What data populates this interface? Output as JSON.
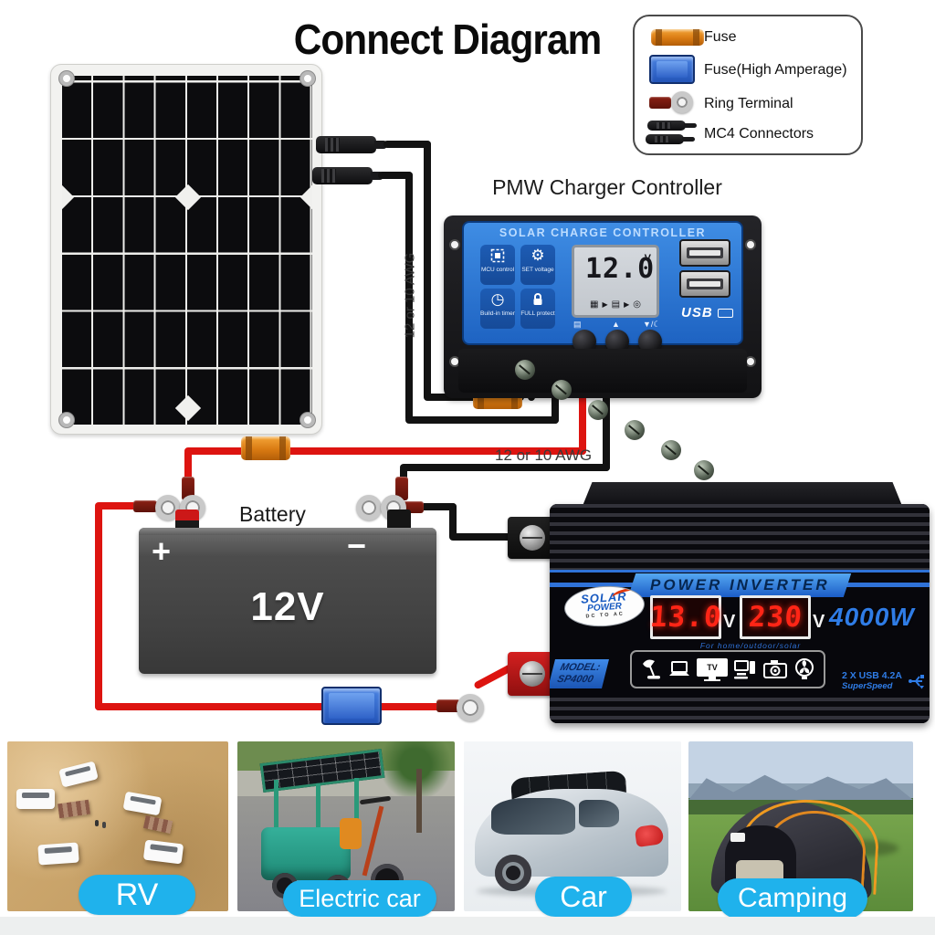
{
  "title": "Connect Diagram",
  "legend": {
    "items": [
      {
        "label": "Fuse",
        "icon": "fuse-orange-icon",
        "color": "#d97a12"
      },
      {
        "label": "Fuse(High Amperage)",
        "icon": "fuse-high-amperage-icon",
        "color": "#2354b8"
      },
      {
        "label": "Ring Terminal",
        "icon": "ring-terminal-icon"
      },
      {
        "label": "MC4 Connectors",
        "icon": "mc4-connectors-icon"
      }
    ]
  },
  "labels": {
    "awg": "12 or 10 AWG"
  },
  "controller": {
    "heading": "PMW Charger Controller",
    "panel_title": "SOLAR CHARGE CONTROLLER",
    "lcd_value": "12.0",
    "lcd_unit": "V",
    "buttons": [
      {
        "label": "MCU control"
      },
      {
        "label": "SET voltage"
      },
      {
        "label": "Build-in timer"
      },
      {
        "label": "FULL protect"
      }
    ],
    "usb_label": "USB"
  },
  "battery": {
    "heading": "Battery",
    "voltage": "12V",
    "plus": "+",
    "minus": "−"
  },
  "inverter": {
    "banner": "POWER INVERTER",
    "logo": {
      "line1": "SOLAR",
      "line2": "POWER",
      "line3": "DC TO AC"
    },
    "display_left": "13.0",
    "display_right": "230",
    "unit": "V",
    "power": "4000W",
    "tagline": "For home/outdoor/solar",
    "tv_label": "TV",
    "model_label": "MODEL:",
    "model_value": "SP4000",
    "usb_line1": "2 X USB 4.2A",
    "usb_line2": "SuperSpeed"
  },
  "gallery": [
    {
      "label": "RV"
    },
    {
      "label": "Electric car"
    },
    {
      "label": "Car"
    },
    {
      "label": "Camping"
    }
  ],
  "colors": {
    "accent_blue": "#2f7ce6",
    "badge_cyan": "#1fb2ec",
    "wire_red": "#dd1410",
    "wire_black": "#121212",
    "fuse_orange": "#d97a12",
    "fuse_blue": "#2354b8"
  }
}
